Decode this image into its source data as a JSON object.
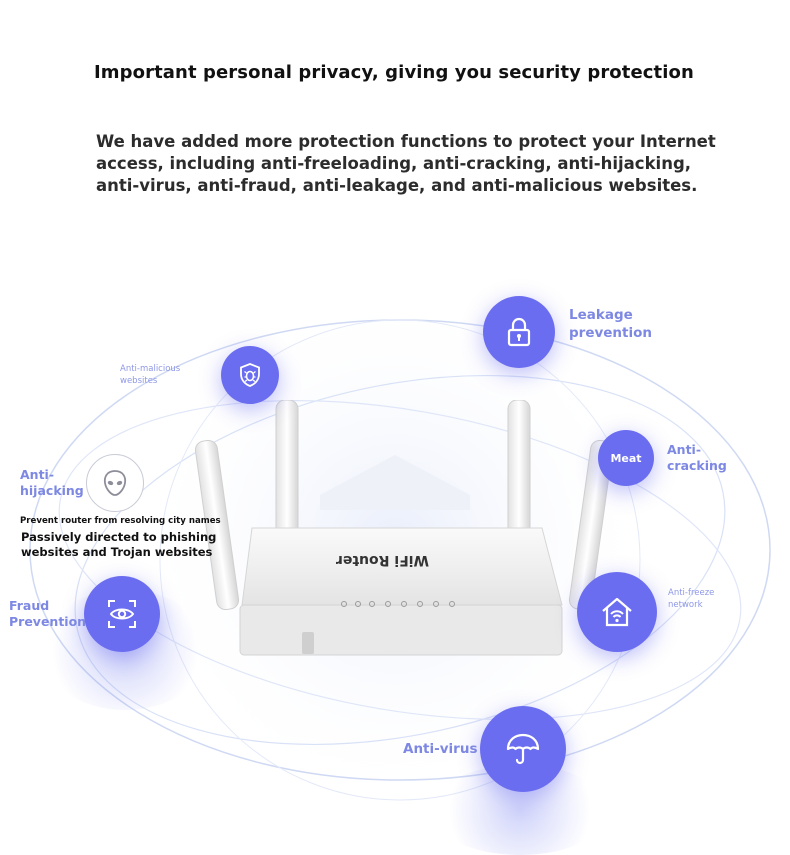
{
  "heading": "Important personal privacy, giving you security protection",
  "description": "We have added more protection functions to protect your Internet access, including anti-freeloading, anti-cracking, anti-hijacking, anti-virus, anti-fraud, anti-leakage, and anti-malicious websites.",
  "features": {
    "leakage": "Leakage\nprevention",
    "malicious": "Anti-malicious\nwebsites",
    "hijacking": "Anti-\nhijacking",
    "cracking": "Anti-\ncracking",
    "meat": "Meat",
    "fraud": "Fraud\nPrevention",
    "freeze": "Anti-freeze\nnetwork",
    "virus": "Anti-virus"
  },
  "hijack_note": {
    "line1": "Prevent router from resolving city names",
    "line2": "Passively directed to phishing\nwebsites and Trojan websites"
  },
  "router": {
    "label": "WiFi Router"
  },
  "colors": {
    "accent": "#6b6df0",
    "label": "#7d88e3"
  }
}
